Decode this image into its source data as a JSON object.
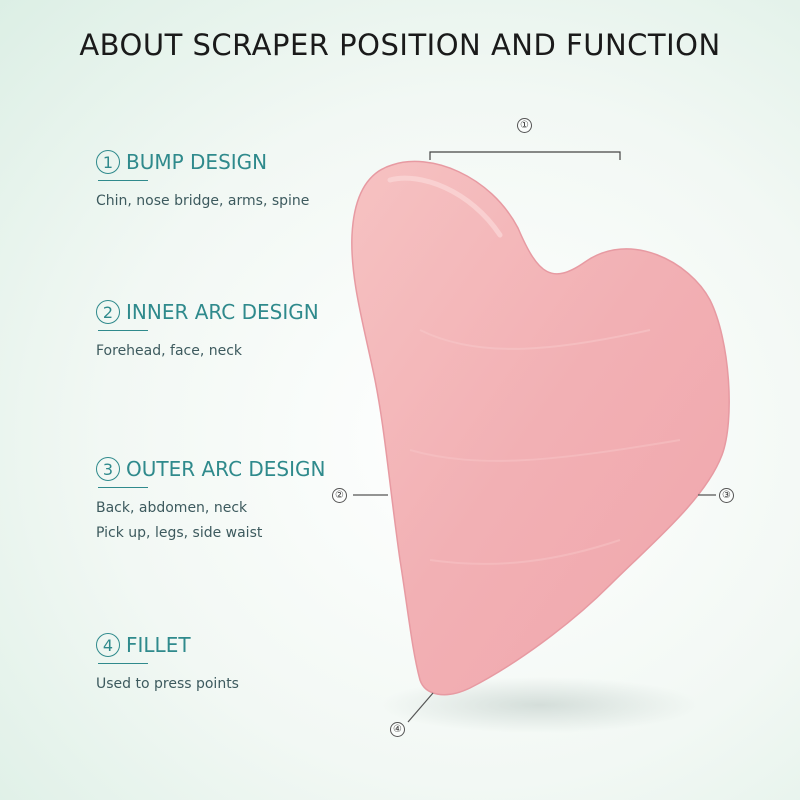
{
  "title": "ABOUT SCRAPER POSITION AND FUNCTION",
  "features": [
    {
      "number": "1",
      "heading": "BUMP DESIGN",
      "lines": [
        "Chin, nose bridge, arms, spine"
      ]
    },
    {
      "number": "2",
      "heading": "INNER ARC DESIGN",
      "lines": [
        "Forehead, face, neck"
      ]
    },
    {
      "number": "3",
      "heading": "OUTER ARC DESIGN",
      "lines": [
        "Back, abdomen, neck",
        "Pick up, legs, side waist"
      ]
    },
    {
      "number": "4",
      "heading": "FILLET",
      "lines": [
        "Used to press points"
      ]
    }
  ],
  "markers": {
    "bump": "①",
    "inner_arc": "②",
    "outer_arc": "③",
    "fillet": "④"
  },
  "colors": {
    "accent": "#2f8a8c",
    "stone": "#f2b3b6",
    "title": "#1a1a1a"
  }
}
